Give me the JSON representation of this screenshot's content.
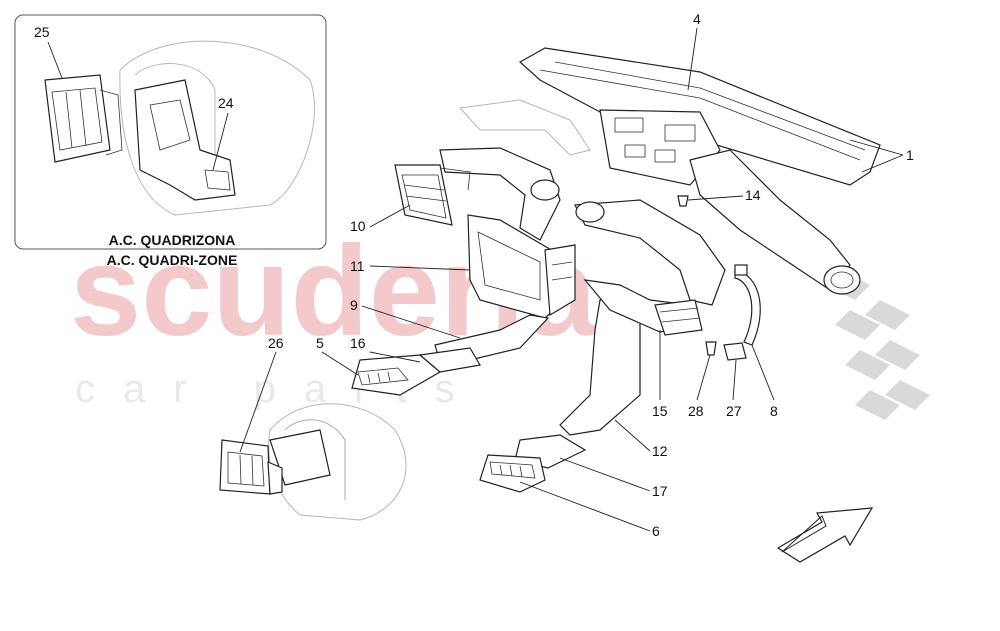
{
  "diagram": {
    "watermark": {
      "brand": "scuderia",
      "subtitle": "car parts"
    },
    "inset": {
      "title_line1": "A.C. QUADRIZONA",
      "title_line2": "A.C. QUADRI-ZONE",
      "callouts": [
        "25",
        "24"
      ]
    },
    "callouts": {
      "c1": "1",
      "c4": "4",
      "c14": "14",
      "c10": "10",
      "c11": "11",
      "c9": "9",
      "c5": "5",
      "c16": "16",
      "c26": "26",
      "c15": "15",
      "c28": "28",
      "c27": "27",
      "c8": "8",
      "c12": "12",
      "c17": "17",
      "c6": "6"
    },
    "direction_arrow": "arrow-icon"
  }
}
